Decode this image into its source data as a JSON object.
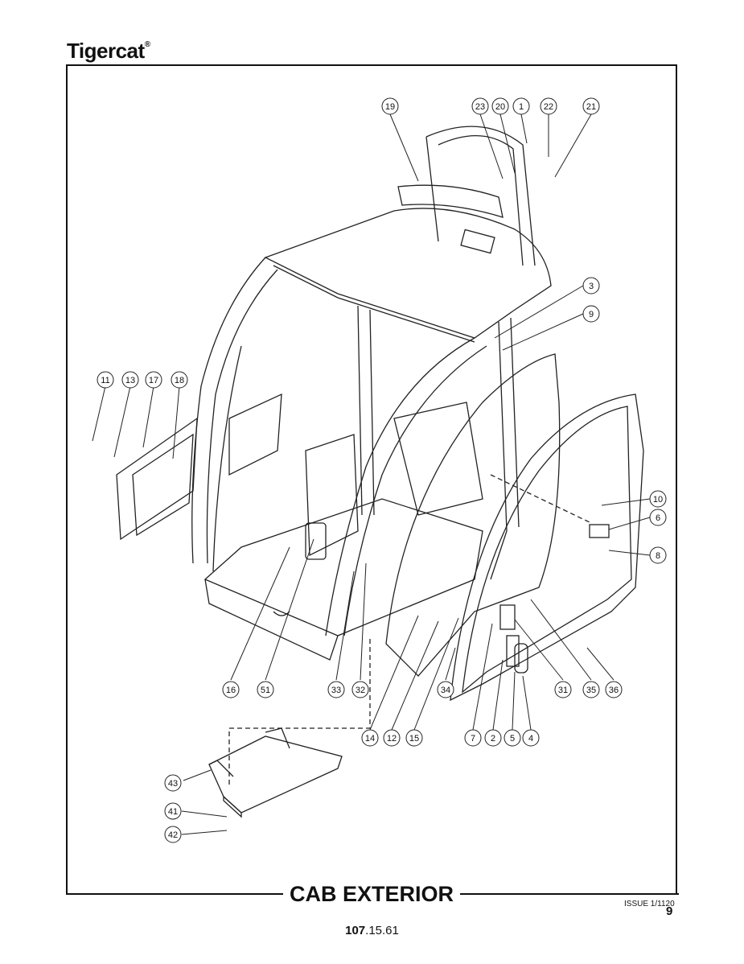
{
  "header": {
    "brand": "Tigercat",
    "brand_mark": "®"
  },
  "footer": {
    "title": "CAB EXTERIOR",
    "issue": "ISSUE 1/1120",
    "page": "9",
    "doc_bold": "107",
    "doc_rest": ".15.61"
  },
  "callouts": [
    "19",
    "23",
    "20",
    "1",
    "22",
    "21",
    "3",
    "9",
    "11",
    "13",
    "17",
    "18",
    "10",
    "6",
    "8",
    "16",
    "51",
    "33",
    "32",
    "34",
    "31",
    "35",
    "36",
    "14",
    "12",
    "15",
    "7",
    "2",
    "5",
    "4",
    "43",
    "41",
    "42"
  ]
}
